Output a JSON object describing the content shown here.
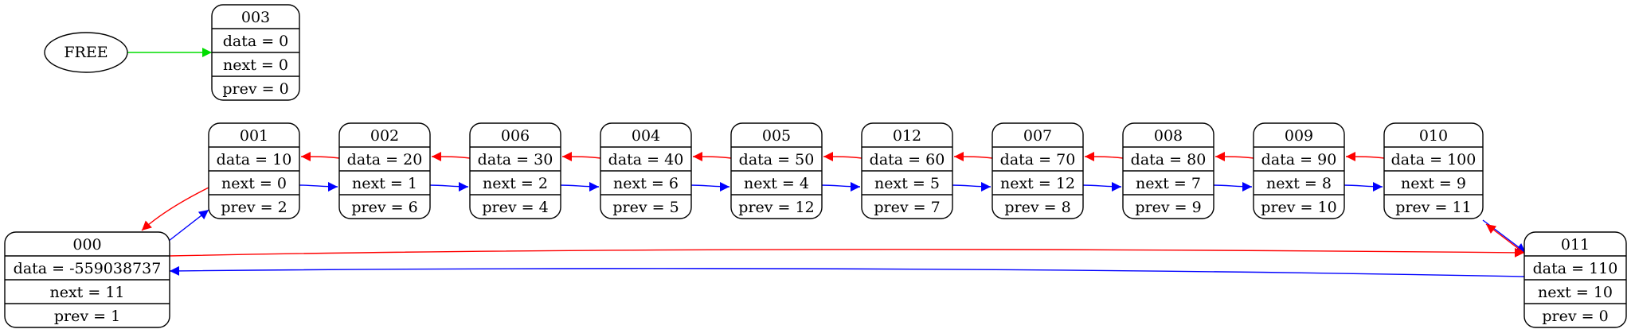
{
  "free_label": "FREE",
  "colors": {
    "free_edge": "#00dd00",
    "next_edge": "#0000ff",
    "prev_edge": "#ff0000",
    "stroke": "#000000",
    "background": "#ffffff"
  },
  "nodes": [
    {
      "id": "003",
      "data": "data = 0",
      "next": "next = 0",
      "prev": "prev = 0"
    },
    {
      "id": "001",
      "data": "data = 10",
      "next": "next = 0",
      "prev": "prev = 2"
    },
    {
      "id": "002",
      "data": "data = 20",
      "next": "next = 1",
      "prev": "prev = 6"
    },
    {
      "id": "006",
      "data": "data = 30",
      "next": "next = 2",
      "prev": "prev = 4"
    },
    {
      "id": "004",
      "data": "data = 40",
      "next": "next = 6",
      "prev": "prev = 5"
    },
    {
      "id": "005",
      "data": "data = 50",
      "next": "next = 4",
      "prev": "prev = 12"
    },
    {
      "id": "012",
      "data": "data = 60",
      "next": "next = 5",
      "prev": "prev = 7"
    },
    {
      "id": "007",
      "data": "data = 70",
      "next": "next = 12",
      "prev": "prev = 8"
    },
    {
      "id": "008",
      "data": "data = 80",
      "next": "next = 7",
      "prev": "prev = 9"
    },
    {
      "id": "009",
      "data": "data = 90",
      "next": "next = 8",
      "prev": "prev = 10"
    },
    {
      "id": "010",
      "data": "data = 100",
      "next": "next = 9",
      "prev": "prev = 11"
    },
    {
      "id": "000",
      "data": "data = -559038737",
      "next": "next = 11",
      "prev": "prev = 1"
    },
    {
      "id": "011",
      "data": "data = 110",
      "next": "next = 10",
      "prev": "prev = 0"
    }
  ]
}
